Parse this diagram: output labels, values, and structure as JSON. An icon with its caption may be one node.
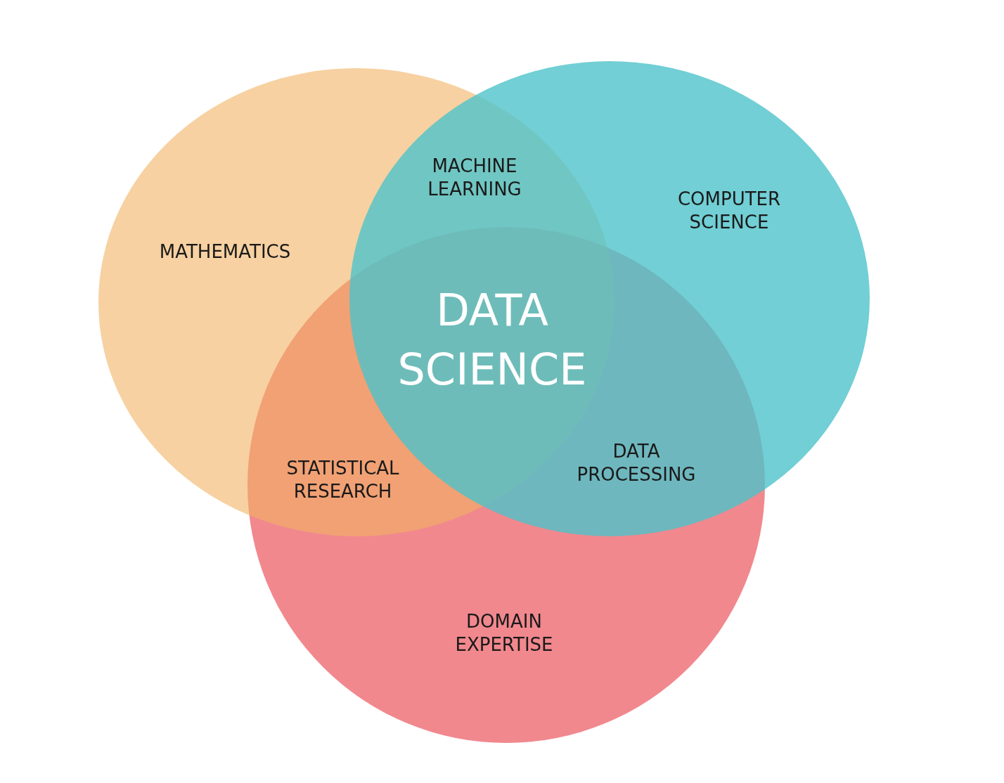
{
  "diagram": {
    "nodes": [
      {
        "text": [
          "MATHEMATICS"
        ]
      },
      {
        "text": [
          "COMPUTER SCIENCE"
        ]
      },
      {
        "text": [
          "DOMAIN EXPERTISE"
        ]
      }
    ],
    "labels": [
      "MACHINE LEARNING",
      "DATA SCIENCE",
      "STATISTICAL RESEARCH",
      "DATA PROCESSING"
    ]
  }
}
